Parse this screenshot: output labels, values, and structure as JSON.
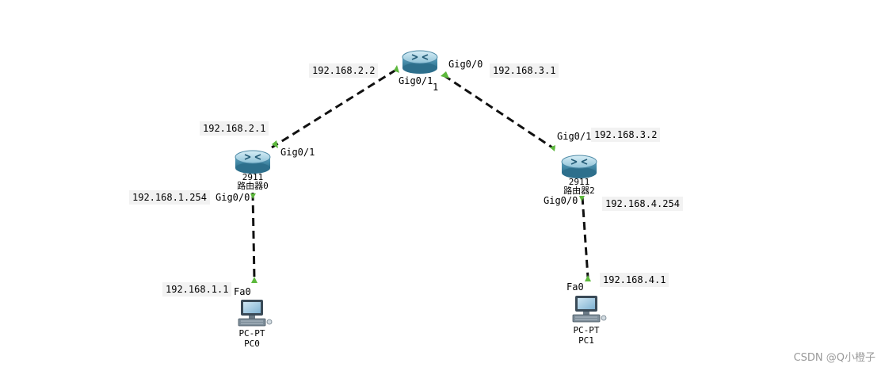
{
  "diagram": {
    "routers": [
      {
        "id": "router-top",
        "model": "",
        "name": ""
      },
      {
        "id": "router-left",
        "model": "2911",
        "name": "路由器0"
      },
      {
        "id": "router-right",
        "model": "2911",
        "name": "路由器2"
      }
    ],
    "pcs": [
      {
        "id": "pc0",
        "type": "PC-PT",
        "name": "PC0"
      },
      {
        "id": "pc1",
        "type": "PC-PT",
        "name": "PC1"
      }
    ],
    "links": [
      {
        "from": "router-top",
        "to": "router-left",
        "style": "dashed",
        "color": "#111111"
      },
      {
        "from": "router-top",
        "to": "router-right",
        "style": "dashed",
        "color": "#111111"
      },
      {
        "from": "router-left",
        "to": "pc0",
        "style": "dashed",
        "color": "#111111"
      },
      {
        "from": "router-right",
        "to": "pc1",
        "style": "dashed",
        "color": "#111111"
      }
    ],
    "ports": {
      "top_gig01": "Gig0/1",
      "top_gig00": "Gig0/0",
      "top_link_index": "1",
      "left_gig01": "Gig0/1",
      "left_gig00": "Gig0/0",
      "right_gig01": "Gig0/1",
      "right_gig00": "Gig0/0",
      "pc0_fa0": "Fa0",
      "pc1_fa0": "Fa0"
    },
    "ips": {
      "top_left_ip": "192.168.2.2",
      "top_right_ip": "192.168.3.1",
      "left_wan_ip": "192.168.2.1",
      "left_lan_ip": "192.168.1.254",
      "right_wan_ip": "192.168.3.2",
      "right_lan_ip": "192.168.4.254",
      "pc0_ip": "192.168.1.1",
      "pc1_ip": "192.168.4.1"
    },
    "colors": {
      "link": "#111111",
      "port_up": "#5cb83c",
      "label_bg": "#f2f2f2",
      "router_body": "#3f8fae"
    }
  },
  "watermark": "CSDN @Q小橙子"
}
